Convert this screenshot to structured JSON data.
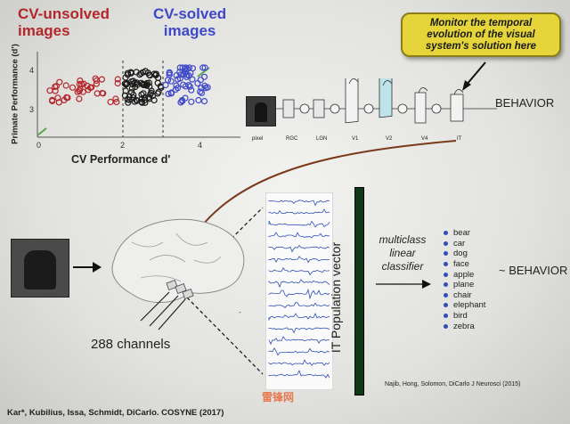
{
  "title_left": "CV-unsolved\nimages",
  "title_right": "CV-solved\nimages",
  "scatter": {
    "ylabel": "Primate Performance (d')",
    "xlabel": "CV Performance d'",
    "xticks": [
      "0",
      "2",
      "4"
    ],
    "yticks": [
      "3",
      "4"
    ],
    "colors": {
      "red": "#b3262b",
      "black": "#1a1a1a",
      "blue": "#3e48c9",
      "green": "#5aa64a"
    }
  },
  "callout": "Monitor the temporal\nevolution of the visual\nsystem's solution here",
  "model": {
    "stages": [
      "pixel",
      "RGC",
      "LGN",
      "V1",
      "V2",
      "V4",
      "IT"
    ],
    "output": "BEHAVIOR"
  },
  "recording": {
    "channels_label": "288 channels",
    "scale_mark": "-"
  },
  "it_vector_label": "IT Population vector",
  "classifier_label": "multiclass\nlinear\nclassifier",
  "classes": [
    "bear",
    "car",
    "dog",
    "face",
    "apple",
    "plane",
    "chair",
    "elephant",
    "bird",
    "zebra"
  ],
  "behavior_right": "~ BEHAVIOR",
  "reference": "Najib, Hong, Solomon, DiCarlo J Neurosci (2015)",
  "authors": "Kar*, Kubilius, Issa, Schmidt, DiCarlo. COSYNE (2017)",
  "watermark": "雷锋网"
}
